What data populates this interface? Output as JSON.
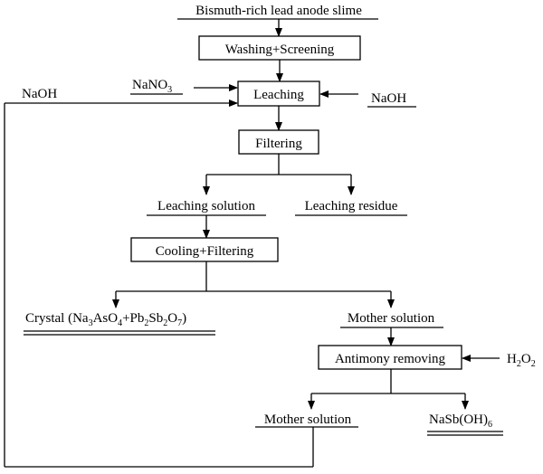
{
  "nodes": {
    "source": "Bismuth-rich lead anode slime",
    "washing": "Washing+Screening",
    "leaching": "Leaching",
    "filtering": "Filtering",
    "leaching_solution": "Leaching solution",
    "leaching_residue": "Leaching residue",
    "cooling": "Cooling+Filtering",
    "crystal": {
      "prefix": "Crystal (Na",
      "sub1": "3",
      "mid1": "AsO",
      "sub2": "4",
      "mid2": "+Pb",
      "sub3": "2",
      "mid3": "Sb",
      "sub4": "2",
      "mid4": "O",
      "sub5": "7",
      "suffix": ")"
    },
    "mother_solution_1": "Mother solution",
    "antimony_removing": "Antimony removing",
    "mother_solution_2": "Mother solution",
    "product": {
      "base": "NaSb(OH)",
      "sub": "6"
    }
  },
  "reagents": {
    "nano3": {
      "base": "NaNO",
      "sub": "3"
    },
    "naoh_right": "NaOH",
    "naoh_recycle": "NaOH",
    "h2o2": {
      "a": "H",
      "sub1": "2",
      "b": "O",
      "sub2": "2"
    }
  }
}
